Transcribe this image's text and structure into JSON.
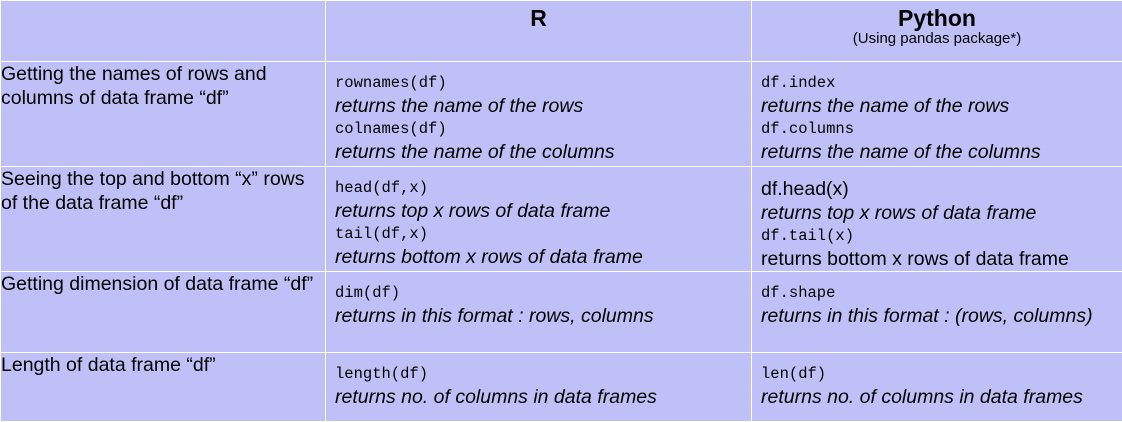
{
  "header": {
    "r_title": "R",
    "python_title": "Python",
    "python_subtitle": "(Using pandas package*)"
  },
  "rows": [
    {
      "task": "Getting the names of rows and columns of data frame “df”",
      "r": [
        {
          "kind": "code",
          "text": "rownames(df)"
        },
        {
          "kind": "desc",
          "text": "returns the name of the rows"
        },
        {
          "kind": "code",
          "text": "colnames(df)"
        },
        {
          "kind": "desc",
          "text": "returns the name of the columns"
        }
      ],
      "python": [
        {
          "kind": "code",
          "text": "df.index"
        },
        {
          "kind": "desc",
          "text": "returns the name of the rows"
        },
        {
          "kind": "code",
          "text": "df.columns"
        },
        {
          "kind": "desc",
          "text": "returns the name of the columns"
        }
      ]
    },
    {
      "task": "Seeing the top and bottom “x” rows of the data frame “df”",
      "r": [
        {
          "kind": "code",
          "text": "head(df,x)"
        },
        {
          "kind": "desc",
          "text": "returns top x rows of data frame"
        },
        {
          "kind": "code",
          "text": "tail(df,x)"
        },
        {
          "kind": "desc",
          "text": "returns bottom x rows of data frame"
        }
      ],
      "python": [
        {
          "kind": "plain",
          "text": "df.head(x)"
        },
        {
          "kind": "desc",
          "text": "returns top x rows of data frame"
        },
        {
          "kind": "code",
          "text": "df.tail(x)"
        },
        {
          "kind": "plain",
          "text": "returns bottom x rows of data frame"
        }
      ]
    },
    {
      "task": "Getting dimension of data frame “df”",
      "r": [
        {
          "kind": "code",
          "text": "dim(df)"
        },
        {
          "kind": "desc",
          "text": "returns in this format : rows, columns"
        }
      ],
      "python": [
        {
          "kind": "code",
          "text": "df.shape"
        },
        {
          "kind": "desc",
          "text": "returns in this format : (rows, columns)"
        }
      ]
    },
    {
      "task": "Length of data frame “df”",
      "r": [
        {
          "kind": "code",
          "text": "length(df)"
        },
        {
          "kind": "desc",
          "text": "returns no. of columns in data frames"
        }
      ],
      "python": [
        {
          "kind": "code",
          "text": "len(df)"
        },
        {
          "kind": "desc",
          "text": "returns no. of columns in data frames"
        }
      ]
    }
  ]
}
